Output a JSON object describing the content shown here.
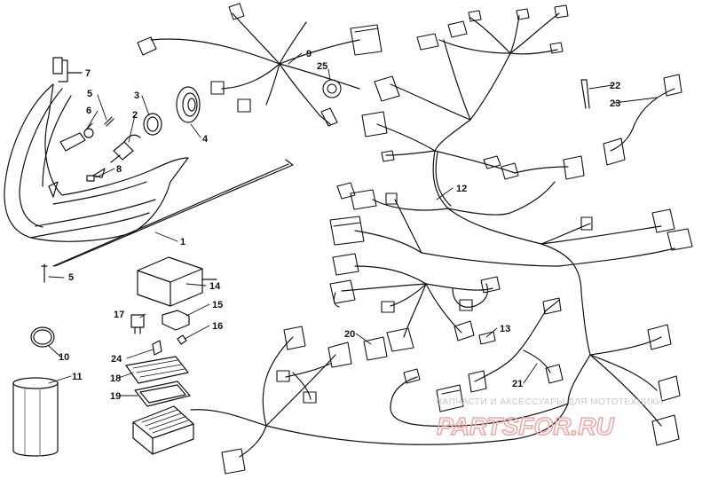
{
  "diagram": {
    "labels": [
      {
        "key": "p1",
        "text": "1"
      },
      {
        "key": "p2",
        "text": "2"
      },
      {
        "key": "p3",
        "text": "3"
      },
      {
        "key": "p4",
        "text": "4"
      },
      {
        "key": "p5a",
        "text": "5"
      },
      {
        "key": "p5b",
        "text": "5"
      },
      {
        "key": "p6",
        "text": "6"
      },
      {
        "key": "p7",
        "text": "7"
      },
      {
        "key": "p8",
        "text": "8"
      },
      {
        "key": "p9",
        "text": "9"
      },
      {
        "key": "p10",
        "text": "10"
      },
      {
        "key": "p11",
        "text": "11"
      },
      {
        "key": "p12",
        "text": "12"
      },
      {
        "key": "p13",
        "text": "13"
      },
      {
        "key": "p14",
        "text": "14"
      },
      {
        "key": "p15",
        "text": "15"
      },
      {
        "key": "p16",
        "text": "16"
      },
      {
        "key": "p17",
        "text": "17"
      },
      {
        "key": "p18",
        "text": "18"
      },
      {
        "key": "p19",
        "text": "19"
      },
      {
        "key": "p20",
        "text": "20"
      },
      {
        "key": "p21",
        "text": "21"
      },
      {
        "key": "p22",
        "text": "22"
      },
      {
        "key": "p23",
        "text": "23"
      },
      {
        "key": "p24",
        "text": "24"
      },
      {
        "key": "p25",
        "text": "25"
      }
    ]
  },
  "watermark": {
    "tagline": "ЗАПЧАСТИ И АКСЕССУАРЫ ДЛЯ МОТОТЕХНИКИ",
    "brand": "PARTSFOR.RU"
  },
  "colors": {
    "line": "#111111",
    "watermark_brand": "#f3a3a3",
    "watermark_text": "#c8c8c8"
  }
}
